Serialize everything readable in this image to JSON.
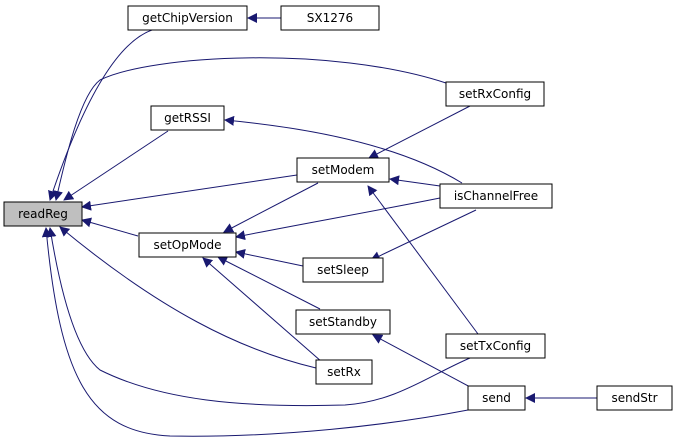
{
  "colors": {
    "background": "#ffffff",
    "edge": "#191970",
    "node_fill": "#ffffff",
    "node_border": "#000000",
    "root_fill": "#bfbfbf"
  },
  "nodes": {
    "readReg": "readReg",
    "getChipVersion": "getChipVersion",
    "SX1276": "SX1276",
    "setRxConfig": "setRxConfig",
    "getRSSI": "getRSSI",
    "setModem": "setModem",
    "isChannelFree": "isChannelFree",
    "setOpMode": "setOpMode",
    "setSleep": "setSleep",
    "setStandby": "setStandby",
    "setTxConfig": "setTxConfig",
    "setRx": "setRx",
    "send": "send",
    "sendStr": "sendStr"
  },
  "edges": [
    {
      "from": "getChipVersion",
      "to": "readReg"
    },
    {
      "from": "SX1276",
      "to": "getChipVersion"
    },
    {
      "from": "setRxConfig",
      "to": "readReg"
    },
    {
      "from": "getRSSI",
      "to": "readReg"
    },
    {
      "from": "isChannelFree",
      "to": "getRSSI"
    },
    {
      "from": "setModem",
      "to": "readReg"
    },
    {
      "from": "setRxConfig",
      "to": "setModem"
    },
    {
      "from": "isChannelFree",
      "to": "setModem"
    },
    {
      "from": "setTxConfig",
      "to": "setModem"
    },
    {
      "from": "setOpMode",
      "to": "readReg"
    },
    {
      "from": "setModem",
      "to": "setOpMode"
    },
    {
      "from": "isChannelFree",
      "to": "setOpMode"
    },
    {
      "from": "setSleep",
      "to": "setOpMode"
    },
    {
      "from": "isChannelFree",
      "to": "setSleep"
    },
    {
      "from": "setStandby",
      "to": "setOpMode"
    },
    {
      "from": "setRx",
      "to": "setOpMode"
    },
    {
      "from": "setRx",
      "to": "readReg"
    },
    {
      "from": "send",
      "to": "setStandby"
    },
    {
      "from": "setTxConfig",
      "to": "readReg"
    },
    {
      "from": "send",
      "to": "readReg"
    },
    {
      "from": "sendStr",
      "to": "send"
    }
  ]
}
